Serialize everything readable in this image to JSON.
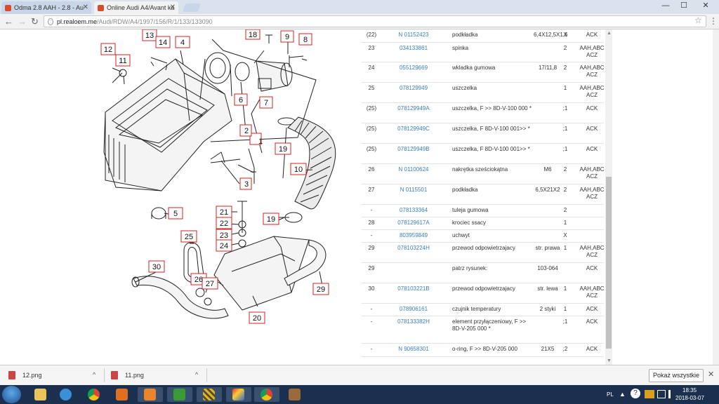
{
  "browser": {
    "tabs": [
      {
        "title": "Odma 2.8 AAH - 2.8 - Au",
        "active": false
      },
      {
        "title": "Online Audi A4/Avant ka",
        "active": true
      }
    ],
    "url_host": "pl.realoem.me",
    "url_path": "/Audi/RDW/A4/1997/156/R/1/133/133090",
    "window_controls": {
      "minimize": "—",
      "maximize": "☐",
      "close": "✕"
    }
  },
  "diagram": {
    "callouts": [
      "1",
      "2",
      "3",
      "4",
      "5",
      "6",
      "7",
      "8",
      "9",
      "10",
      "11",
      "12",
      "13",
      "14",
      "18",
      "19",
      "19",
      "20",
      "21",
      "22",
      "23",
      "24",
      "25",
      "26",
      "27",
      "29",
      "30"
    ]
  },
  "parts": [
    {
      "pos": "(22)",
      "number": "N 01152423",
      "desc": "podkładka",
      "note": "6,4X12,5X1,6",
      "qty": "X",
      "model": "ACK"
    },
    {
      "pos": "23",
      "number": "034133861",
      "desc": "spinka",
      "note": "",
      "qty": "2",
      "model": "AAH,ABC ACZ"
    },
    {
      "pos": "24",
      "number": "055129669",
      "desc": "wkladka gumowa",
      "note": "17/11,8",
      "qty": "2",
      "model": "AAH,ABC ACZ"
    },
    {
      "pos": "25",
      "number": "078129949",
      "desc": "uszczelka",
      "note": "",
      "qty": "1",
      "model": "AAH,ABC ACZ"
    },
    {
      "pos": "(25)",
      "number": "078129949A",
      "desc": "uszczelka, F >> 8D-V-100 000 *",
      "note": "",
      "qty": ";1",
      "model": "ACK"
    },
    {
      "pos": "(25)",
      "number": "078129949C",
      "desc": "uszczelka, F 8D-V-100 001>> *",
      "note": "",
      "qty": ";1",
      "model": "ACK"
    },
    {
      "pos": "(25)",
      "number": "078129949B",
      "desc": "uszczelka, F 8D-V-100 001>> *",
      "note": "",
      "qty": ";1",
      "model": "ACK"
    },
    {
      "pos": "26",
      "number": "N 01100624",
      "desc": "nakrętka sześciokątna",
      "note": "M6",
      "qty": "2",
      "model": "AAH,ABC ACZ"
    },
    {
      "pos": "27",
      "number": "N 0115501",
      "desc": "podkładka",
      "note": "6,5X21X2",
      "qty": "2",
      "model": "AAH,ABC ACZ"
    },
    {
      "pos": "-",
      "number": "078133364",
      "desc": "tuleja gumowa",
      "note": "",
      "qty": "2",
      "model": ""
    },
    {
      "pos": "28",
      "number": "078129617A",
      "desc": "krociec ssacy",
      "note": "",
      "qty": "1",
      "model": ""
    },
    {
      "pos": "-",
      "number": "803959849",
      "desc": "uchwyt",
      "note": "",
      "qty": "X",
      "model": ""
    },
    {
      "pos": "29",
      "number": "078103224H",
      "desc": "przewod odpowietrzajacy",
      "note": "str. prawa",
      "qty": "1",
      "model": "AAH,ABC ACZ"
    },
    {
      "pos": "29",
      "number": "",
      "desc": "patrz rysunek:",
      "note": "103-064",
      "qty": "",
      "model": "ACK"
    },
    {
      "pos": "30",
      "number": "078103221B",
      "desc": "przewod odpowietrzajacy",
      "note": "str. lewa",
      "qty": "1",
      "model": "AAH,ABC ACZ"
    },
    {
      "pos": "-",
      "number": "078906161",
      "desc": "czujnik temperatury",
      "note": "2 styki",
      "qty": "1",
      "model": "ACK"
    },
    {
      "pos": "-",
      "number": "078133382H",
      "desc": "element przyłączeniowy, F >> 8D-V-205 000 *",
      "note": "",
      "qty": ";1",
      "model": "ACK"
    },
    {
      "pos": "-",
      "number": "N 90658301",
      "desc": "o-ring, F >> 8D-V-205 000",
      "note": "21X5",
      "qty": ";2",
      "model": "ACK"
    }
  ],
  "downloads": {
    "items": [
      {
        "name": "12.png"
      },
      {
        "name": "11.png"
      }
    ],
    "show_all": "Pokaż wszystkie",
    "close": "✕"
  },
  "taskbar": {
    "apps": [
      "explorer-icon",
      "media-player-icon",
      "ie-icon",
      "chrome-icon",
      "outlook-icon",
      "settings-icon",
      "winrar-icon",
      "paint-icon",
      "chrome-icon-2",
      "package-icon"
    ],
    "lang": "PL",
    "time": "18:35",
    "date": "2018-03-07"
  }
}
